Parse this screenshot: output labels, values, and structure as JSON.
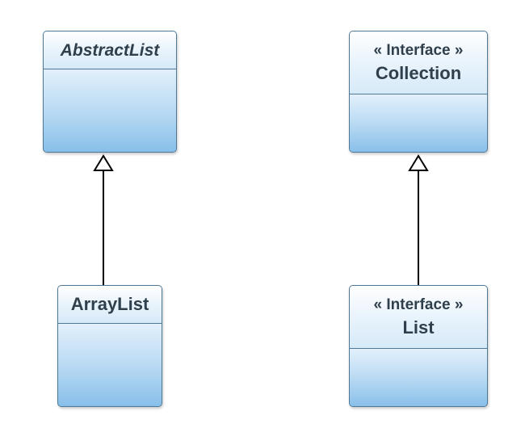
{
  "diagram": {
    "classes": {
      "abstract_list": {
        "name": "AbstractList",
        "abstract": true
      },
      "array_list": {
        "name": "ArrayList"
      },
      "collection": {
        "stereotype": "« Interface »",
        "name": "Collection"
      },
      "list": {
        "stereotype": "« Interface »",
        "name": "List"
      }
    },
    "relationships": [
      {
        "type": "generalization",
        "from": "ArrayList",
        "to": "AbstractList"
      },
      {
        "type": "generalization",
        "from": "List",
        "to": "Collection"
      }
    ]
  },
  "colors": {
    "border": "#4f7896",
    "header_top": "#ffffff",
    "body_bottom": "#86bee9",
    "text": "#2f3f4c",
    "line": "#000000"
  }
}
